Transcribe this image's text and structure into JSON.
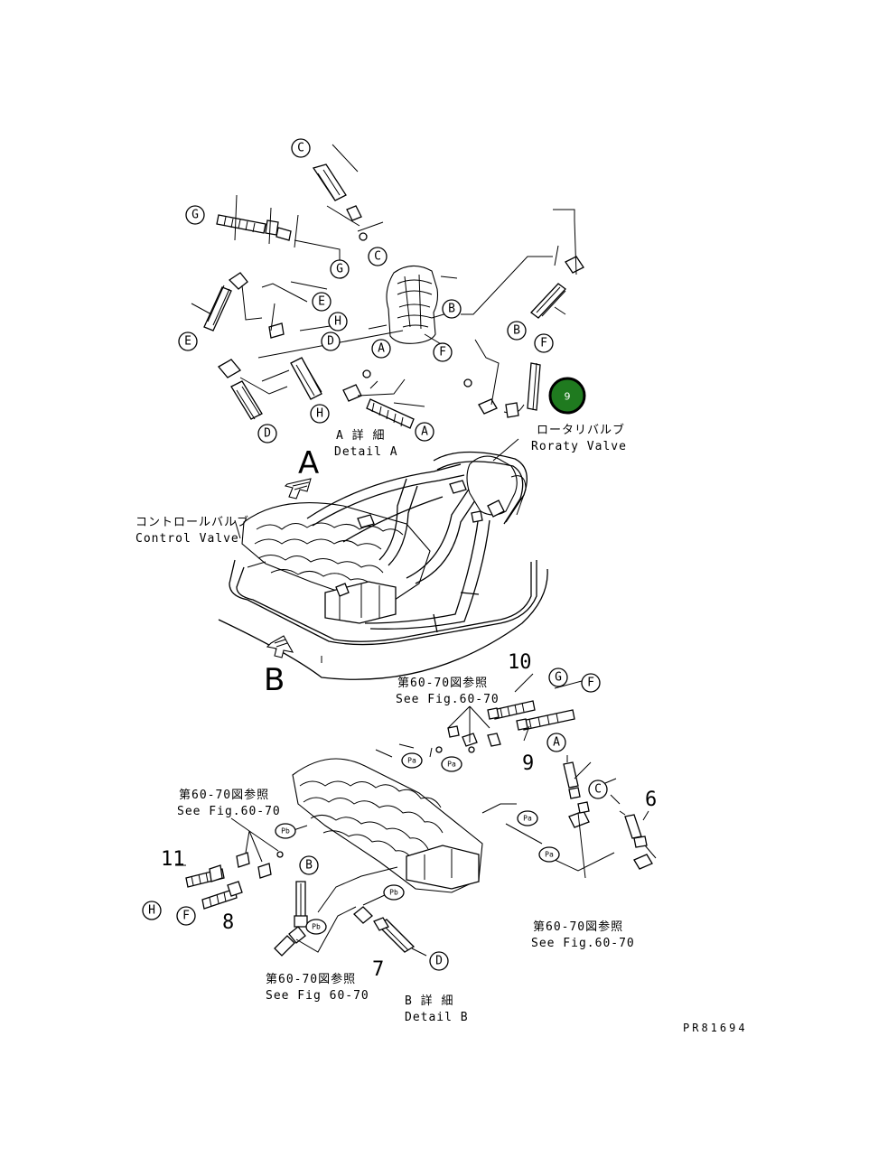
{
  "labels": {
    "detail_a_jp": "A 詳 細",
    "detail_a_en": "Detail A",
    "rotary_valve_jp": "ロータリバルブ",
    "rotary_valve_en": "Roraty Valve",
    "control_valve_jp": "コントロールバルブ",
    "control_valve_en": "Control Valve",
    "view_a": "A",
    "view_b": "B",
    "ref_jp": "第60-70図参照",
    "ref_en_1": "See Fig.60-70",
    "ref_en_2": "See Fig.60-70",
    "ref_en_3": "See Fig.60-70",
    "ref_en_4": "See Fig 60-70",
    "detail_b_jp": "B 詳 細",
    "detail_b_en": "Detail B",
    "drawing_no": "PR81694"
  },
  "bubble_letters": {
    "a": "A",
    "b": "B",
    "c": "C",
    "d": "D",
    "e": "E",
    "f": "F",
    "g": "G",
    "h": "H"
  },
  "port_labels": {
    "pa": "Pa",
    "pb": "Pb"
  },
  "part_numbers": {
    "n6": "6",
    "n7": "7",
    "n8": "8",
    "n9": "9",
    "n10": "10",
    "n11": "11"
  },
  "highlight": {
    "label": "9",
    "color": "#1f7a1f"
  }
}
